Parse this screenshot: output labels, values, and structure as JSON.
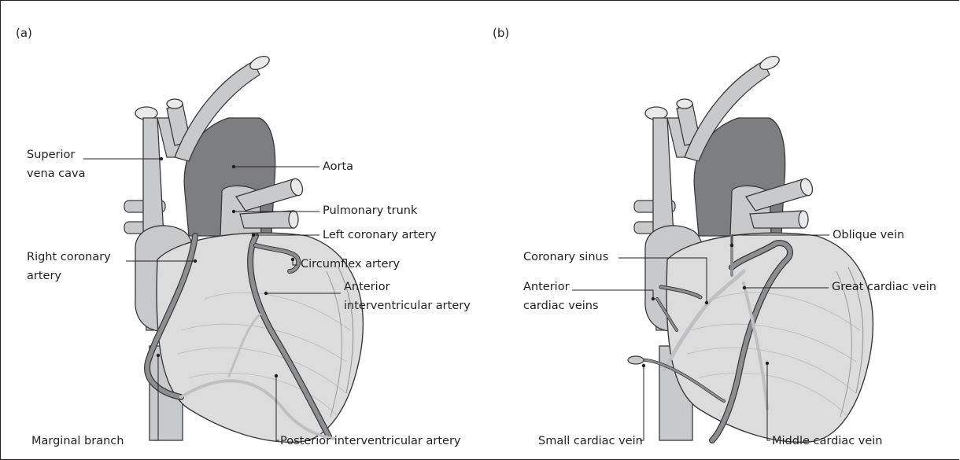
{
  "panels": [
    {
      "tag": "(a)",
      "labels": {
        "superior_vena_cava": [
          "Superior",
          "vena cava"
        ],
        "aorta": "Aorta",
        "pulmonary_trunk": "Pulmonary trunk",
        "left_coronary_artery": "Left coronary artery",
        "right_coronary_artery": [
          "Right coronary",
          "artery"
        ],
        "circumflex_artery": "Circumflex artery",
        "anterior_interventricular_artery": [
          "Anterior",
          "interventricular artery"
        ],
        "marginal_branch": "Marginal branch",
        "posterior_interventricular_artery": "Posterior interventricular artery"
      }
    },
    {
      "tag": "(b)",
      "labels": {
        "oblique_vein": "Oblique vein",
        "coronary_sinus": "Coronary sinus",
        "anterior_cardiac_veins": [
          "Anterior",
          "cardiac veins"
        ],
        "great_cardiac_vein": "Great cardiac vein",
        "small_cardiac_vein": "Small cardiac vein",
        "middle_cardiac_vein": "Middle cardiac vein"
      }
    }
  ],
  "colors": {
    "vessel_light": "#c8c9cb",
    "heart_body": "#dcdcdd",
    "dark_vessel": "#7d7e80",
    "artery": "#8d8e90",
    "line": "#231f20"
  }
}
